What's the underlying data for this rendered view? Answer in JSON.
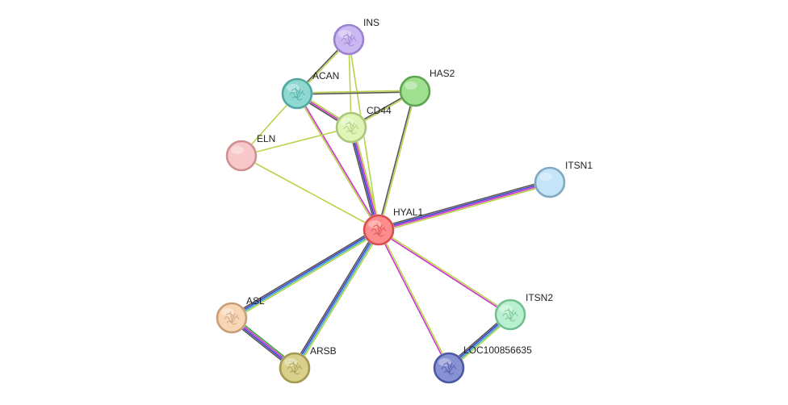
{
  "nodes": [
    {
      "id": "INS",
      "label": "INS",
      "fill": "#cbb8f2",
      "stroke": "#9a82cf",
      "icon": "protein-structure-icon"
    },
    {
      "id": "ACAN",
      "label": "ACAN",
      "fill": "#8fd8d2",
      "stroke": "#4fa8a2",
      "icon": "protein-structure-icon"
    },
    {
      "id": "HAS2",
      "label": "HAS2",
      "fill": "#9ee08f",
      "stroke": "#5fa653",
      "icon": ""
    },
    {
      "id": "CD44",
      "label": "CD44",
      "fill": "#dff5b8",
      "stroke": "#a8c77a",
      "icon": "protein-structure-icon"
    },
    {
      "id": "ELN",
      "label": "ELN",
      "fill": "#f7c7c9",
      "stroke": "#cf8f93",
      "icon": ""
    },
    {
      "id": "ITSN1",
      "label": "ITSN1",
      "fill": "#c4e4f8",
      "stroke": "#80a9c2",
      "icon": ""
    },
    {
      "id": "HYAL1",
      "label": "HYAL1",
      "fill": "#ff8c8c",
      "stroke": "#d64f4f",
      "icon": "protein-structure-icon"
    },
    {
      "id": "ASL",
      "label": "ASL",
      "fill": "#f8d5b5",
      "stroke": "#c79e78",
      "icon": "protein-structure-icon"
    },
    {
      "id": "ITSN2",
      "label": "ITSN2",
      "fill": "#b9f0cf",
      "stroke": "#72bf92",
      "icon": "protein-structure-icon"
    },
    {
      "id": "ARSB",
      "label": "ARSB",
      "fill": "#d8d08b",
      "stroke": "#a39a52",
      "icon": "protein-structure-icon"
    },
    {
      "id": "LOC100856635",
      "label": "LOC100856635",
      "fill": "#8791d4",
      "stroke": "#4e58a3",
      "icon": "protein-structure-icon"
    }
  ],
  "edges": [
    {
      "source": "INS",
      "target": "ACAN",
      "colors": [
        "#b8d44a",
        "#555555"
      ]
    },
    {
      "source": "INS",
      "target": "CD44",
      "colors": [
        "#b8d44a"
      ]
    },
    {
      "source": "INS",
      "target": "HYAL1",
      "colors": [
        "#b8d44a"
      ]
    },
    {
      "source": "ACAN",
      "target": "HAS2",
      "colors": [
        "#b8d44a",
        "#555555"
      ]
    },
    {
      "source": "ACAN",
      "target": "CD44",
      "colors": [
        "#b8d44a",
        "#cc33cc",
        "#555555"
      ]
    },
    {
      "source": "ACAN",
      "target": "ELN",
      "colors": [
        "#b8d44a"
      ]
    },
    {
      "source": "ACAN",
      "target": "HYAL1",
      "colors": [
        "#cc33cc",
        "#b8d44a"
      ]
    },
    {
      "source": "HAS2",
      "target": "CD44",
      "colors": [
        "#b8d44a",
        "#555555"
      ]
    },
    {
      "source": "HAS2",
      "target": "HYAL1",
      "colors": [
        "#b8d44a",
        "#555555"
      ]
    },
    {
      "source": "CD44",
      "target": "ELN",
      "colors": [
        "#b8d44a"
      ]
    },
    {
      "source": "CD44",
      "target": "HYAL1",
      "colors": [
        "#b8d44a",
        "#cc33cc",
        "#3b3bcc",
        "#555555"
      ]
    },
    {
      "source": "ELN",
      "target": "HYAL1",
      "colors": [
        "#b8d44a"
      ]
    },
    {
      "source": "ITSN1",
      "target": "HYAL1",
      "colors": [
        "#b8d44a",
        "#cc33cc",
        "#3b3bcc",
        "#555555"
      ]
    },
    {
      "source": "HYAL1",
      "target": "ASL",
      "colors": [
        "#b8d44a",
        "#33aacc",
        "#3b3bcc",
        "#555555"
      ]
    },
    {
      "source": "HYAL1",
      "target": "ARSB",
      "colors": [
        "#b8d44a",
        "#33aacc",
        "#3b3bcc",
        "#555555"
      ]
    },
    {
      "source": "HYAL1",
      "target": "ITSN2",
      "colors": [
        "#b8d44a",
        "#cc33cc"
      ]
    },
    {
      "source": "HYAL1",
      "target": "LOC100856635",
      "colors": [
        "#b8d44a",
        "#cc33cc"
      ]
    },
    {
      "source": "ASL",
      "target": "ARSB",
      "colors": [
        "#33aa33",
        "#cc33cc",
        "#3b3bcc",
        "#555555"
      ]
    },
    {
      "source": "ITSN2",
      "target": "LOC100856635",
      "colors": [
        "#b8d44a",
        "#33aacc",
        "#3b3bcc",
        "#555555"
      ]
    }
  ]
}
